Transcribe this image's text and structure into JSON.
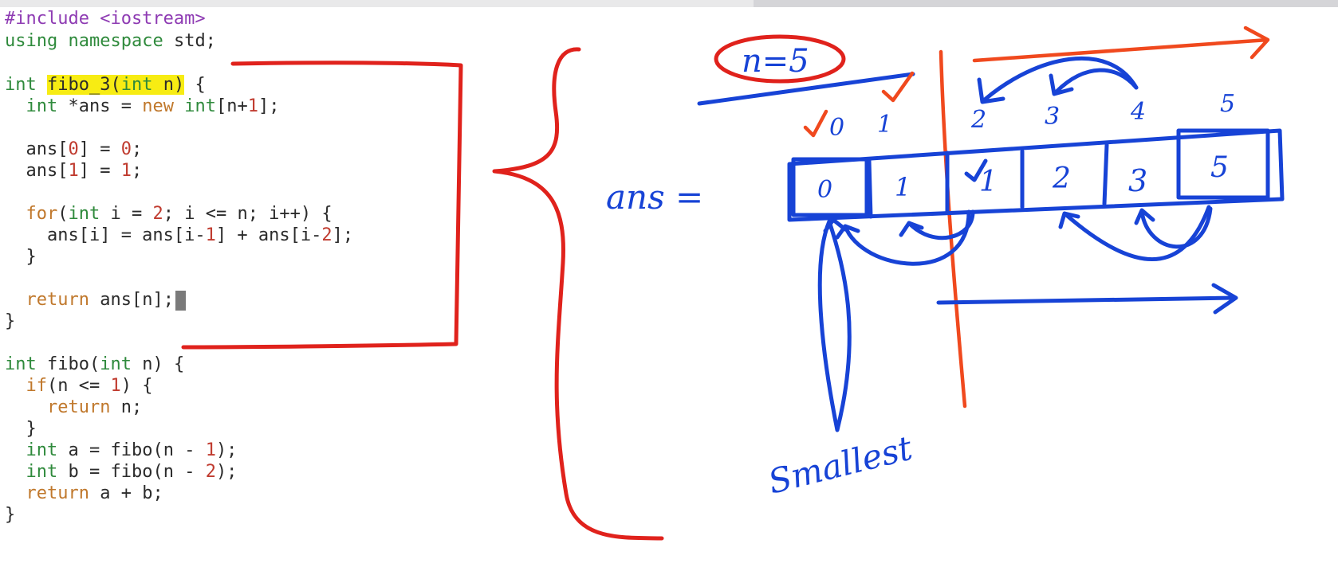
{
  "window": {
    "left_tab_title": "",
    "right_tab_title": ""
  },
  "editor": {
    "language": "cpp",
    "lines": [
      "#include <iostream>",
      "using namespace std;",
      "",
      "int fibo_3(int n) {",
      "  int *ans = new int[n+1];",
      "",
      "  ans[0] = 0;",
      "  ans[1] = 1;",
      "",
      "  for(int i = 2; i <= n; i++) {",
      "    ans[i] = ans[i-1] + ans[i-2];",
      "  }",
      "",
      "  return ans[n];",
      "}",
      "",
      "int fibo(int n) {",
      "  if(n <= 1) {",
      "    return n;",
      "  }",
      "  int a = fibo(n - 1);",
      "  int b = fibo(n - 2);",
      "  return a + b;",
      "}"
    ],
    "highlighted_text": "fibo_3(int n)"
  },
  "annotations": {
    "n_label": "n=5",
    "ans_label": "ans =",
    "indices": [
      "0",
      "1",
      "2",
      "3",
      "4",
      "5"
    ],
    "array_values": [
      "0",
      "1",
      "1",
      "2",
      "3",
      "5"
    ],
    "smallest_label": "Smallest",
    "colors": {
      "blue_ink": "#1743d6",
      "red_ink": "#e0221c",
      "orange_ink": "#f0491e",
      "highlight": "#f7ec13"
    }
  }
}
